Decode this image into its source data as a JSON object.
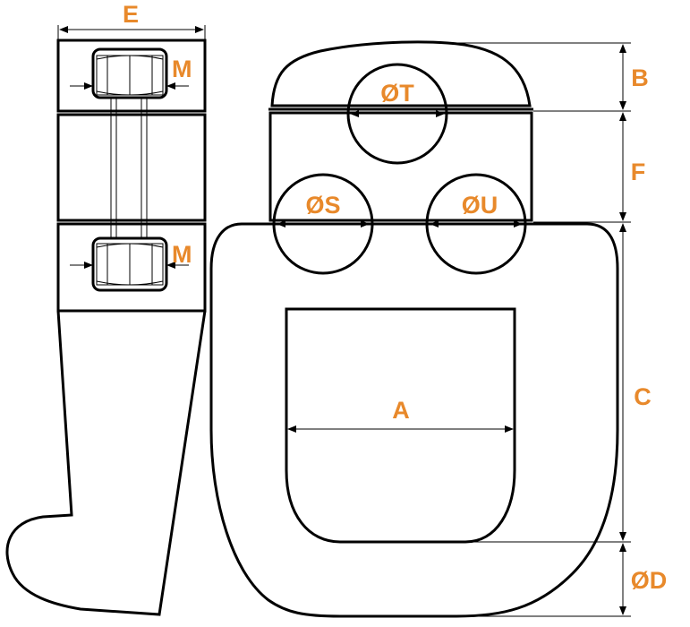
{
  "labels": {
    "E": "E",
    "M_top": "M",
    "M_bottom": "M",
    "T": "ØT",
    "S": "ØS",
    "U": "ØU",
    "A": "A",
    "B": "B",
    "F": "F",
    "C": "C",
    "D": "ØD"
  },
  "colors": {
    "label": "#E8892B",
    "line": "#000000",
    "background": "#FFFFFF"
  }
}
